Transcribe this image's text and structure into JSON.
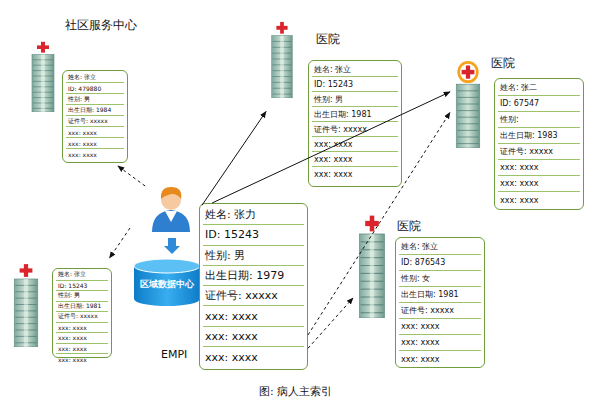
{
  "diagram": {
    "caption": "图: 病人主索引",
    "nodes": [
      {
        "text": [
          "社区服务中心",
          "姓名: 张立",
          "ID: 479880",
          "性别: 男",
          "出生日期: 1984",
          "证件号: xxxxx",
          "xxx: xxxx",
          "xxx: xxxx",
          "xxx: xxxx"
        ]
      },
      {
        "text": [
          "医院",
          "姓名: 张立",
          "ID: 15243",
          "性别: 男",
          "出生日期: 1981",
          "证件号: xxxxx",
          "xxx: xxxx",
          "xxx: xxxx",
          "xxx: xxxx"
        ]
      },
      {
        "text": [
          "医院",
          "姓名: 张二",
          "ID: 67547",
          "性别:",
          "出生日期: 1983",
          "证件号: xxxxx",
          "xxx: xxxx",
          "xxx: xxxx",
          "xxx: xxxx"
        ]
      },
      {
        "text": [
          "区域数据中心"
        ]
      },
      {
        "text": [
          "姓名: 张立",
          "ID: 15243",
          "性别: 男",
          "出生日期: 1981",
          "证件号: xxxxx",
          "xxx: xxxx",
          "xxx: xxxx",
          "xxx: xxxx",
          "xxx: xxxx"
        ]
      },
      {
        "text": [
          "EMPI",
          "姓名: 张力",
          "ID: 15243",
          "性别: 男",
          "出生日期: 1979",
          "证件号: xxxxx",
          "xxx: xxxx",
          "xxx: xxxx",
          "xxx: xxxx"
        ]
      },
      {
        "text": [
          "医院",
          "姓名: 张立",
          "ID: 876543",
          "性别: 女",
          "出生日期: 1981",
          "证件号: xxxxx",
          "xxx: xxxx",
          "xxx: xxxx",
          "xxx: xxxx"
        ]
      }
    ],
    "edges": [
      {
        "from": 3,
        "to": 1,
        "arrow": "to"
      },
      {
        "from": 3,
        "to": 0,
        "arrow": "to"
      },
      {
        "from": 3,
        "to": 4,
        "arrow": "to"
      },
      {
        "from": 5,
        "to": 2,
        "arrow": "to"
      },
      {
        "from": 5,
        "to": 2,
        "arrow": "to"
      },
      {
        "from": 5,
        "to": 6,
        "arrow": "to"
      }
    ]
  }
}
